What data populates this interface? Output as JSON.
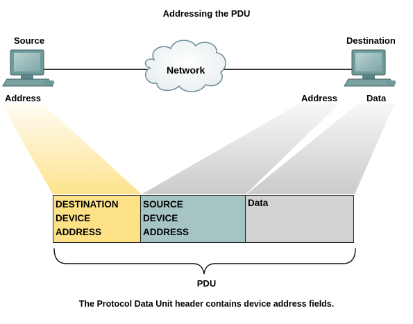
{
  "title": "Addressing the PDU",
  "source": {
    "label": "Source",
    "address_label": "Address"
  },
  "destination": {
    "label": "Destination",
    "address_label": "Address",
    "data_label": "Data"
  },
  "network": {
    "label": "Network"
  },
  "pdu": {
    "fields": [
      {
        "lines": [
          "DESTINATION",
          "DEVICE",
          "ADDRESS"
        ],
        "color": "#fde187"
      },
      {
        "lines": [
          "SOURCE",
          "DEVICE",
          "ADDRESS"
        ],
        "color": "#a6c4c4"
      },
      {
        "lines": [
          "Data"
        ],
        "color": "#d2d2d2"
      }
    ],
    "label": "PDU"
  },
  "caption": "The Protocol Data Unit header contains device address fields.",
  "colors": {
    "beam_yellow": "#fde187",
    "beam_gray": "#cfcfcf",
    "computer": "#6f9a9a",
    "network_line": "#333333"
  }
}
